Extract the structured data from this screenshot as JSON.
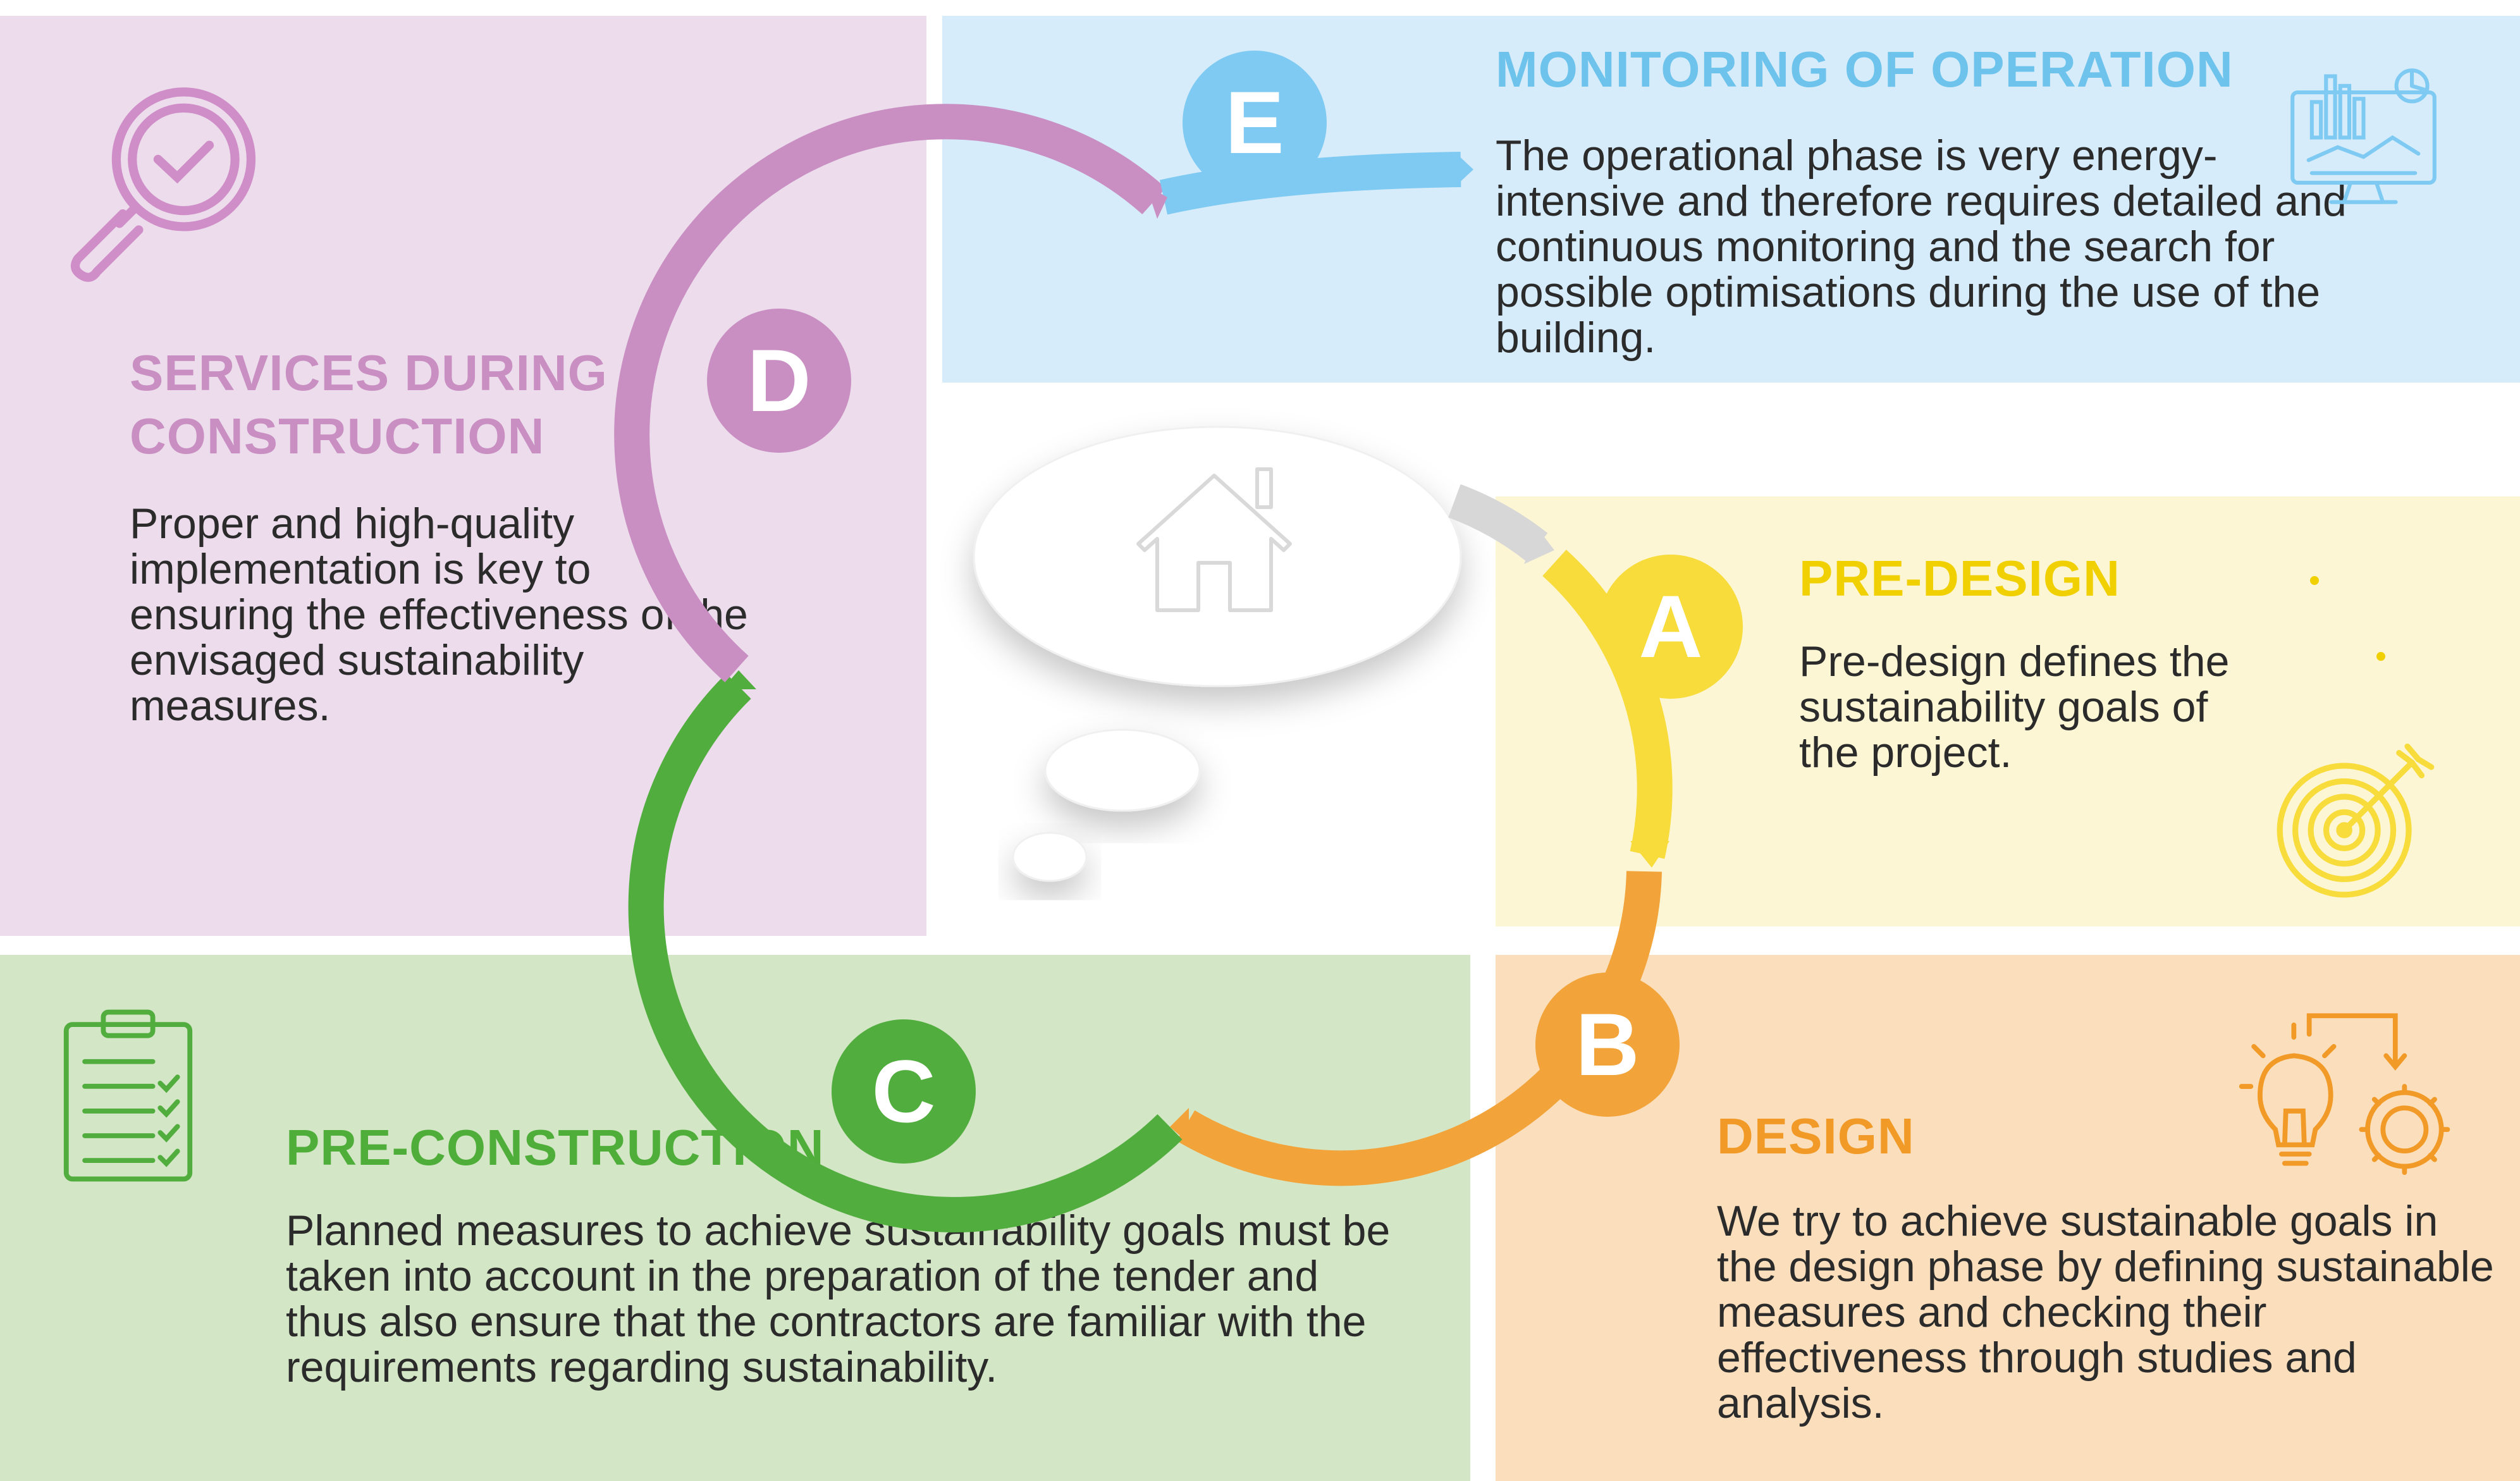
{
  "colors": {
    "pre_design": "#f7dc3b",
    "design": "#f2a33a",
    "pre_construction": "#52ad3f",
    "services": "#c98fc2",
    "monitoring": "#7fcaf2"
  },
  "panels": {
    "monitoring": {
      "letter": "E",
      "title": "MONITORING OF OPERATION",
      "body": "The operational phase is very energy-intensive and therefore requires detailed and continuous monitoring and the search for possible optimisations during the use of the building.",
      "icon": "dashboard-monitor-icon"
    },
    "services": {
      "letter": "D",
      "title": "SERVICES DURING CONSTRUCTION",
      "body": "Proper and high-quality implementation is key to ensuring the effectiveness of the envisaged sustainability measures.",
      "icon": "magnifier-check-icon"
    },
    "pre_design": {
      "letter": "A",
      "title": "PRE-DESIGN",
      "body": "Pre-design defines the sustainability goals of the project.",
      "icon": "target-arrow-icon"
    },
    "design": {
      "letter": "B",
      "title": "DESIGN",
      "body": "We try to achieve sustainable goals in the design phase by defining sustainable measures and checking their effectiveness through studies and analysis.",
      "icon": "lightbulb-gear-icon"
    },
    "pre_construction": {
      "letter": "C",
      "title": "PRE-CONSTRUCTION",
      "body": "Planned measures to achieve sustainability goals must be taken into account in the preparation of the tender and thus also ensure that the contractors are familiar with the requirements regarding sustainability.",
      "icon": "clipboard-checklist-icon"
    }
  },
  "center": {
    "icon": "house-icon"
  }
}
